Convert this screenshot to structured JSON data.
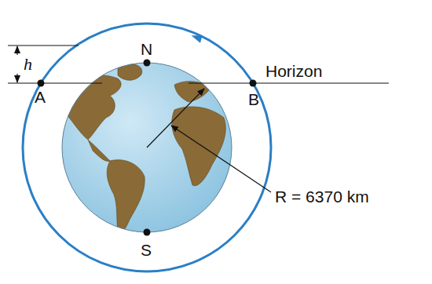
{
  "diagram": {
    "labels": [
      "h",
      "A",
      "N",
      "B",
      "Horizon",
      "S",
      "R = 6370 km"
    ]
  }
}
